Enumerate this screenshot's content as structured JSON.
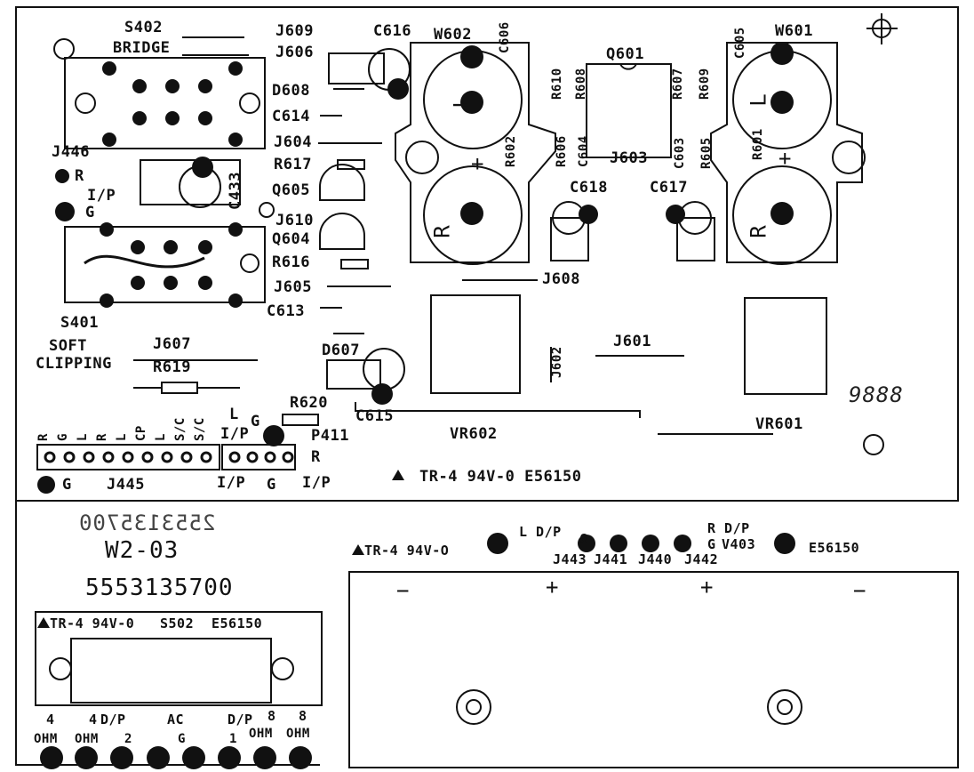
{
  "board": {
    "top_labels": {
      "s402": "S402",
      "bridge": "BRIDGE",
      "j609": "J609",
      "j606_top": "J606",
      "c616": "C616",
      "w602": "W602",
      "c606": "C606",
      "r610": "R610",
      "r608": "R608",
      "q601": "Q601",
      "r607": "R607",
      "r609": "R609",
      "c605": "C605",
      "w601": "W601"
    },
    "left_column": {
      "j446": "J446",
      "r_in": "R",
      "ip_in": "I/P",
      "g_in": "G",
      "c433": "C433",
      "d608": "D608",
      "c614": "C614",
      "j604": "J604",
      "r617": "R617",
      "q605": "Q605",
      "j610": "J610",
      "q604": "Q604",
      "r616": "R616",
      "j605": "J605",
      "c613": "C613",
      "s401": "S401",
      "soft": "SOFT",
      "clipping": "CLIPPING",
      "j607": "J607",
      "r619": "R619",
      "d607": "D607",
      "r620": "R620",
      "c615": "C615",
      "p411": "P411"
    },
    "center_labels": {
      "r602": "R602",
      "r606": "R606",
      "c604": "C604",
      "j603": "J603",
      "c603": "C603",
      "r605": "R605",
      "r601": "R601",
      "c618": "C618",
      "c617": "C617",
      "j608": "J608",
      "j602": "J602",
      "j601": "J601",
      "vr602": "VR602",
      "vr601": "VR601",
      "plus_left": "+",
      "plus_right": "+",
      "l_left": "L",
      "r_left": "R",
      "l_right": "L",
      "r_right": "R"
    },
    "connector_j445": {
      "pin_labels": [
        "R",
        "G",
        "L",
        "R",
        "L",
        "CP",
        "L",
        "S/C",
        "S/C"
      ],
      "label": "J445",
      "g_label": "G"
    },
    "p411_block": {
      "l": "L",
      "g": "G",
      "ip1": "I/P",
      "r": "R",
      "ip_left": "I/P",
      "g_bottom": "G",
      "ip_right": "I/P"
    },
    "marking_main": "TR-4 94V-0 E56150",
    "nines": "9888",
    "code_mirrored": "2553135700",
    "version": "W2-03",
    "part_number": "5553135700",
    "speaker_block": {
      "marking": "TR-4 94V-0",
      "s502": "S502",
      "e56150": "E56150",
      "bottom_labels": [
        "4",
        "4",
        "D/P",
        "AC",
        "D/P",
        "8",
        "8"
      ],
      "ohm_labels": [
        "OHM",
        "OHM",
        "2",
        "G",
        "1",
        "OHM",
        "OHM"
      ]
    },
    "output_block": {
      "marking": "TR-4 94V-O",
      "l_op": "L D/P",
      "g_left": "G",
      "r_op": "R D/P",
      "g_right": "G",
      "v403": "V403",
      "e56150": "E56150",
      "connectors": [
        "J443",
        "J441",
        "J440",
        "J442"
      ],
      "minus_left": "−",
      "plus_left": "+",
      "plus_right": "+",
      "minus_right": "−"
    }
  }
}
